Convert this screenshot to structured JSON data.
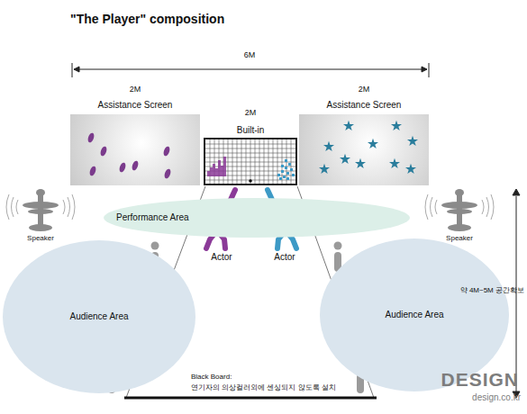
{
  "diagram": {
    "title": "\"The Player\" composition",
    "nodes": [
      {
        "text": [
          "Assistance Screen"
        ]
      },
      {
        "text": [
          "Built-in"
        ]
      },
      {
        "text": [
          "Assistance Screen"
        ]
      },
      {
        "text": [
          "Performance Area"
        ]
      },
      {
        "text": [
          "Audience Area"
        ]
      },
      {
        "text": [
          "Audience Area"
        ]
      }
    ],
    "labels": [
      "6M",
      "2M",
      "2M",
      "2M",
      "Speaker",
      "Speaker",
      "Actor",
      "Actor",
      "약 4M~5M 공간확보",
      "Black Board:",
      "연기자의 의상컬러외에 센싱되지 않도록 설치",
      "DESIGN",
      "design.co.kr"
    ]
  }
}
